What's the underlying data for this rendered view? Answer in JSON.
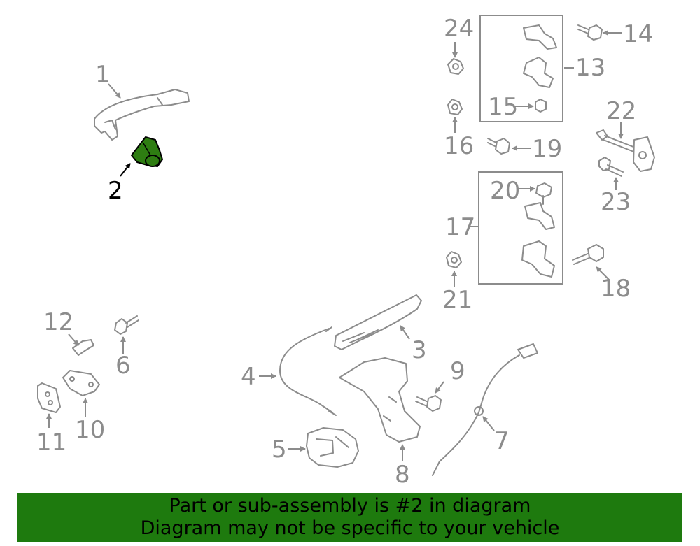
{
  "colors": {
    "line": "#8c8c8c",
    "highlight": "#2e7d12",
    "banner_bg": "#1e7a0e",
    "selected_text": "#000000"
  },
  "callouts": {
    "c1": "1",
    "c2": "2",
    "c3": "3",
    "c4": "4",
    "c5": "5",
    "c6": "6",
    "c7": "7",
    "c8": "8",
    "c9": "9",
    "c10": "10",
    "c11": "11",
    "c12": "12",
    "c13": "13",
    "c14": "14",
    "c15": "15",
    "c16": "16",
    "c17": "17",
    "c18": "18",
    "c19": "19",
    "c20": "20",
    "c21": "21",
    "c22": "22",
    "c23": "23",
    "c24": "24"
  },
  "selected_part": "2",
  "banner": {
    "line1": "Part or sub-assembly is #2 in diagram",
    "line2": "Diagram may not be specific to your vehicle"
  }
}
